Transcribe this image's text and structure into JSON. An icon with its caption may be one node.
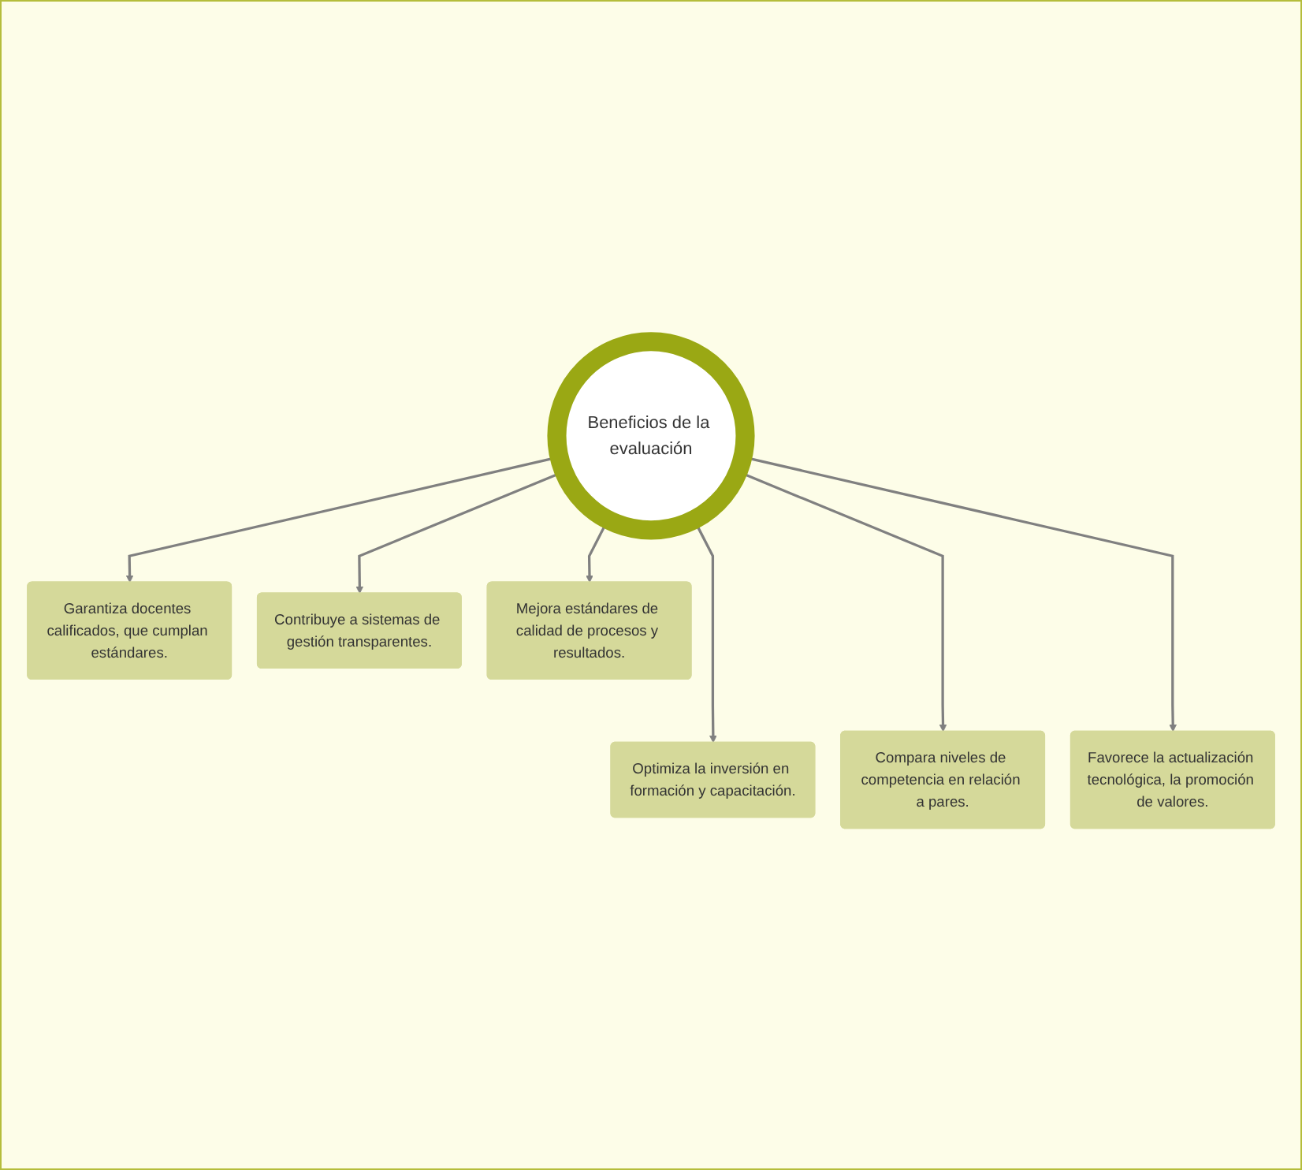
{
  "diagram": {
    "nodes": [
      {
        "text": [
          "Beneficios de la evaluación"
        ]
      },
      {
        "text": [
          "Garantiza docentes calificados, que cumplan estándares."
        ]
      },
      {
        "text": [
          "Contribuye a sistemas de gestión transparentes."
        ]
      },
      {
        "text": [
          "Mejora estándares de calidad de procesos y resultados."
        ]
      },
      {
        "text": [
          "Optimiza la inversión en formación y capacitación."
        ]
      },
      {
        "text": [
          "Compara niveles de competencia en relación a pares."
        ]
      },
      {
        "text": [
          "Favorece la actualización tecnológica, la promoción de valores."
        ]
      }
    ],
    "edges": [
      {
        "from": 0,
        "to": 1,
        "arrow": "to"
      },
      {
        "from": 0,
        "to": 2,
        "arrow": "to"
      },
      {
        "from": 0,
        "to": 3,
        "arrow": "to"
      },
      {
        "from": 0,
        "to": 4,
        "arrow": "to"
      },
      {
        "from": 0,
        "to": 5,
        "arrow": "to"
      },
      {
        "from": 0,
        "to": 6,
        "arrow": "to"
      }
    ]
  }
}
